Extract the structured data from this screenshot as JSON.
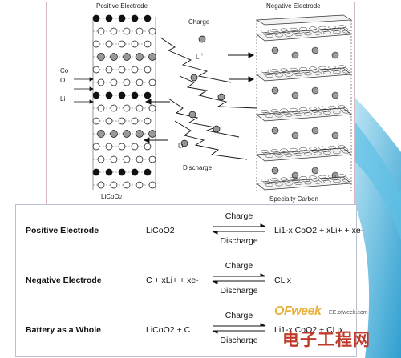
{
  "diagram": {
    "positive_title": "Positive Electrode",
    "negative_title": "Negative Electrode",
    "charge": "Charge",
    "discharge": "Discharge",
    "li_ion": "Li",
    "plus": "+",
    "co_label": "Co",
    "o_label": "O",
    "li_label": "Li",
    "licoo2_label": "LiCoO",
    "licoo2_sub": "2",
    "specialty_carbon": "Specialty Carbon"
  },
  "equations": {
    "rows": [
      {
        "title": "Positive Electrode",
        "left": "LiCoO2",
        "top": "Charge",
        "bottom": "Discharge",
        "right": "Li1-x  CoO2 + xLi+ + xe-"
      },
      {
        "title": "Negative Electrode",
        "left": "C + xLi+ + xe-",
        "top": "Charge",
        "bottom": "Discharge",
        "right": "CLix"
      },
      {
        "title": "Battery as a Whole",
        "left": "LiCoO2 + C",
        "top": "Charge",
        "bottom": "Discharge",
        "right": "Li1-x  CoO2 + CLix"
      }
    ]
  },
  "watermark": {
    "logo": "OFweek",
    "url": "EE.ofweek.com",
    "chinese": "电子工程网"
  },
  "colors": {
    "accent_blue": "#3aa9d8",
    "frame_pink": "#d7b8c2",
    "watermark_red": "#c03a2b",
    "watermark_orange": "#e8b23a"
  }
}
